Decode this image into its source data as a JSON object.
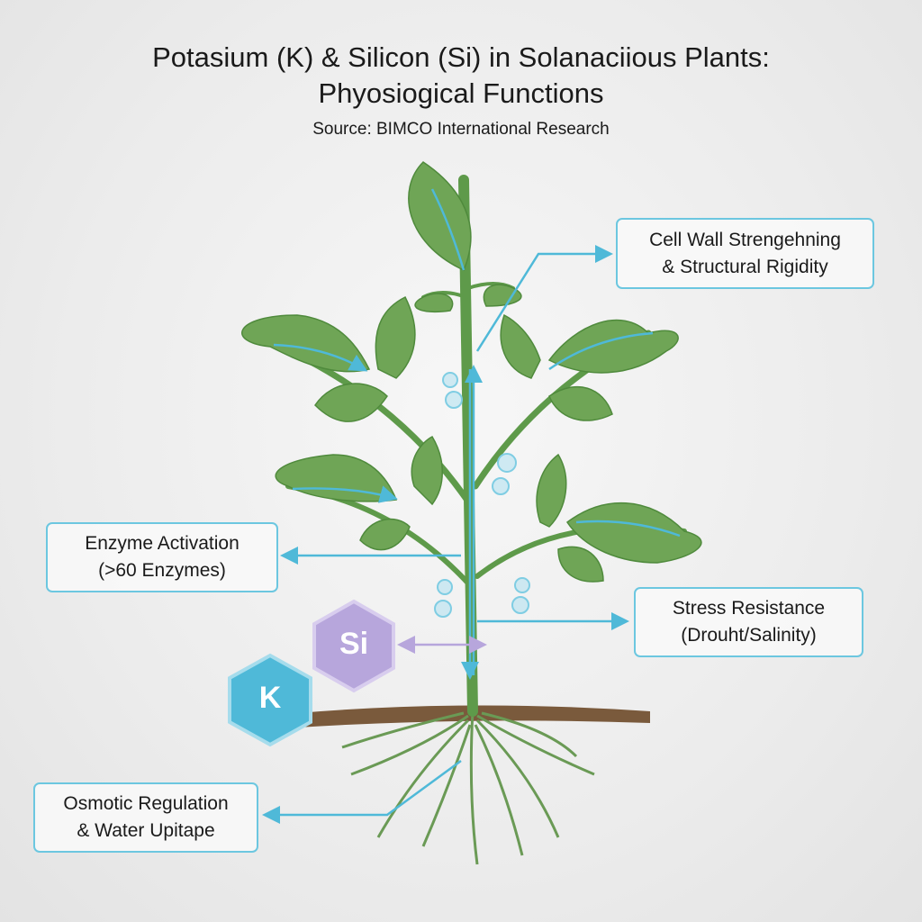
{
  "title_line1": "Potasium (K) & Silicon (Si) in Solanaciious Plants:",
  "title_line2": "Phyosiogical Functions",
  "source": "Source: BIMCO International Research",
  "labels": {
    "cell_wall": [
      "Cell Wall Strengehning",
      "& Structural Rigidity"
    ],
    "enzyme": [
      "Enzyme Activation",
      "(>60 Enzymes)"
    ],
    "stress": [
      "Stress Resistance",
      "(Drouht/Salinity)"
    ],
    "osmotic": [
      "Osmotic Regulation",
      "& Water Upitape"
    ]
  },
  "elements": {
    "k": "K",
    "si": "Si"
  },
  "colors": {
    "accent": "#4fb9d8",
    "leaf": "#6fa556",
    "stem": "#5e9a4a",
    "soil": "#7a5a3c",
    "si": "#b7a6dc",
    "k": "#4fb9d8"
  }
}
